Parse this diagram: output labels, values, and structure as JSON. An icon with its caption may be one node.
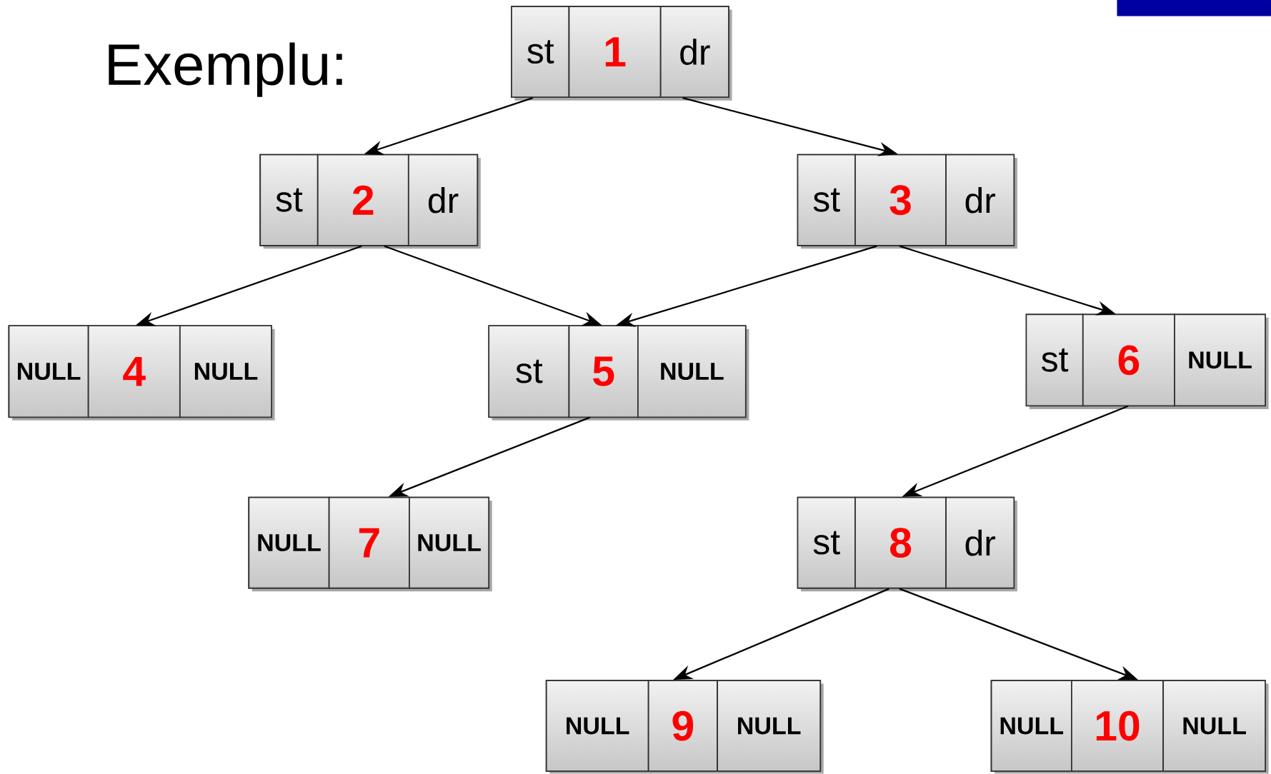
{
  "diagram": {
    "title": "Exemplu:",
    "nodes": [
      {
        "text": [
          "st",
          "1",
          "dr"
        ]
      },
      {
        "text": [
          "st",
          "2",
          "dr"
        ]
      },
      {
        "text": [
          "st",
          "3",
          "dr"
        ]
      },
      {
        "text": [
          "NULL",
          "4",
          "NULL"
        ]
      },
      {
        "text": [
          "st",
          "5",
          "NULL"
        ]
      },
      {
        "text": [
          "st",
          "6",
          "NULL"
        ]
      },
      {
        "text": [
          "NULL",
          "7",
          "NULL"
        ]
      },
      {
        "text": [
          "st",
          "8",
          "dr"
        ]
      },
      {
        "text": [
          "NULL",
          "9",
          "NULL"
        ]
      },
      {
        "text": [
          "NULL",
          "10",
          "NULL"
        ]
      }
    ],
    "edges": [
      {
        "from": 0,
        "to": 1,
        "arrow": "to"
      },
      {
        "from": 0,
        "to": 2,
        "arrow": "to"
      },
      {
        "from": 1,
        "to": 3,
        "arrow": "to"
      },
      {
        "from": 1,
        "to": 4,
        "arrow": "to"
      },
      {
        "from": 2,
        "to": 4,
        "arrow": "to"
      },
      {
        "from": 2,
        "to": 5,
        "arrow": "to"
      },
      {
        "from": 4,
        "to": 6,
        "arrow": "to"
      },
      {
        "from": 5,
        "to": 7,
        "arrow": "to"
      },
      {
        "from": 7,
        "to": 8,
        "arrow": "to"
      },
      {
        "from": 7,
        "to": 9,
        "arrow": "to"
      }
    ]
  }
}
